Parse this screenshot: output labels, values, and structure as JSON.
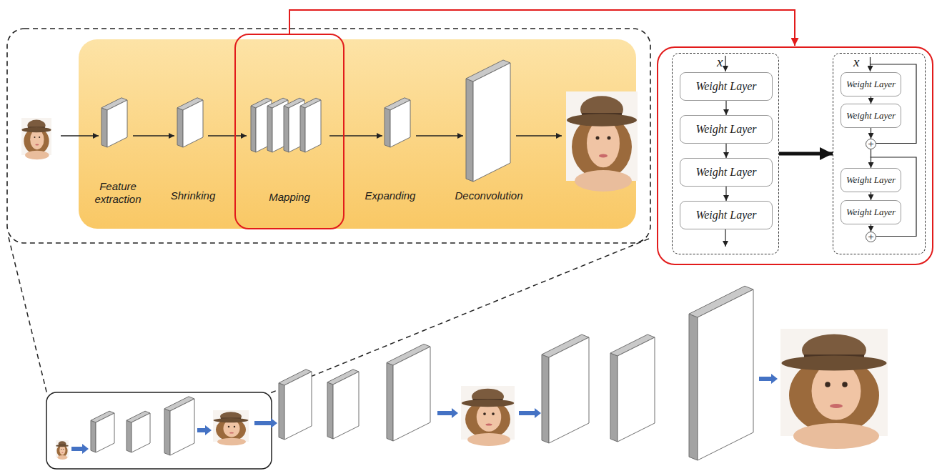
{
  "diagram": {
    "nodes": [
      {
        "text": [
          "Mapping"
        ]
      },
      {
        "text": [
          "x"
        ]
      },
      {
        "text": [
          "Weight Layer"
        ],
        "in": 1
      },
      {
        "text": [
          "Weight Layer"
        ],
        "in": 1
      },
      {
        "text": [
          "Weight Layer"
        ],
        "in": 1
      },
      {
        "text": [
          "Weight Layer"
        ],
        "in": 1
      },
      {
        "text": [
          "x"
        ]
      },
      {
        "text": [
          "Weight Layer"
        ],
        "in": 6
      },
      {
        "text": [
          "Weight Layer"
        ],
        "in": 6
      },
      {
        "text": [
          "+"
        ],
        "in": 6
      },
      {
        "text": [
          "Weight Layer"
        ],
        "in": 6
      },
      {
        "text": [
          "Weight Layer"
        ],
        "in": 6
      },
      {
        "text": [
          "+"
        ],
        "in": 6
      }
    ],
    "edges": [
      {
        "from": 2,
        "to": 3,
        "arrow": "to"
      },
      {
        "from": 3,
        "to": 4,
        "arrow": "to"
      },
      {
        "from": 4,
        "to": 5,
        "arrow": "to"
      },
      {
        "from": 1,
        "to": 6,
        "arrow": "to"
      },
      {
        "from": 7,
        "to": 8,
        "arrow": "to"
      },
      {
        "from": 8,
        "to": 9,
        "arrow": "to"
      },
      {
        "from": 9,
        "to": 10,
        "arrow": "to"
      },
      {
        "from": 10,
        "to": 11,
        "arrow": "to"
      },
      {
        "from": 11,
        "to": 12,
        "arrow": "to"
      }
    ],
    "labels": [
      "Feature extraction",
      "Shrinking",
      "Expanding",
      "Deconvolution"
    ]
  }
}
